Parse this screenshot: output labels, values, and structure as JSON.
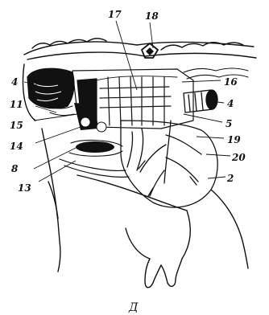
{
  "figure": {
    "caption": "Д",
    "labels": [
      "17",
      "18",
      "4",
      "16",
      "4",
      "11",
      "5",
      "15",
      "19",
      "14",
      "20",
      "8",
      "2",
      "13"
    ]
  },
  "colors": {
    "ink": "#111111",
    "paper": "#ffffff"
  }
}
